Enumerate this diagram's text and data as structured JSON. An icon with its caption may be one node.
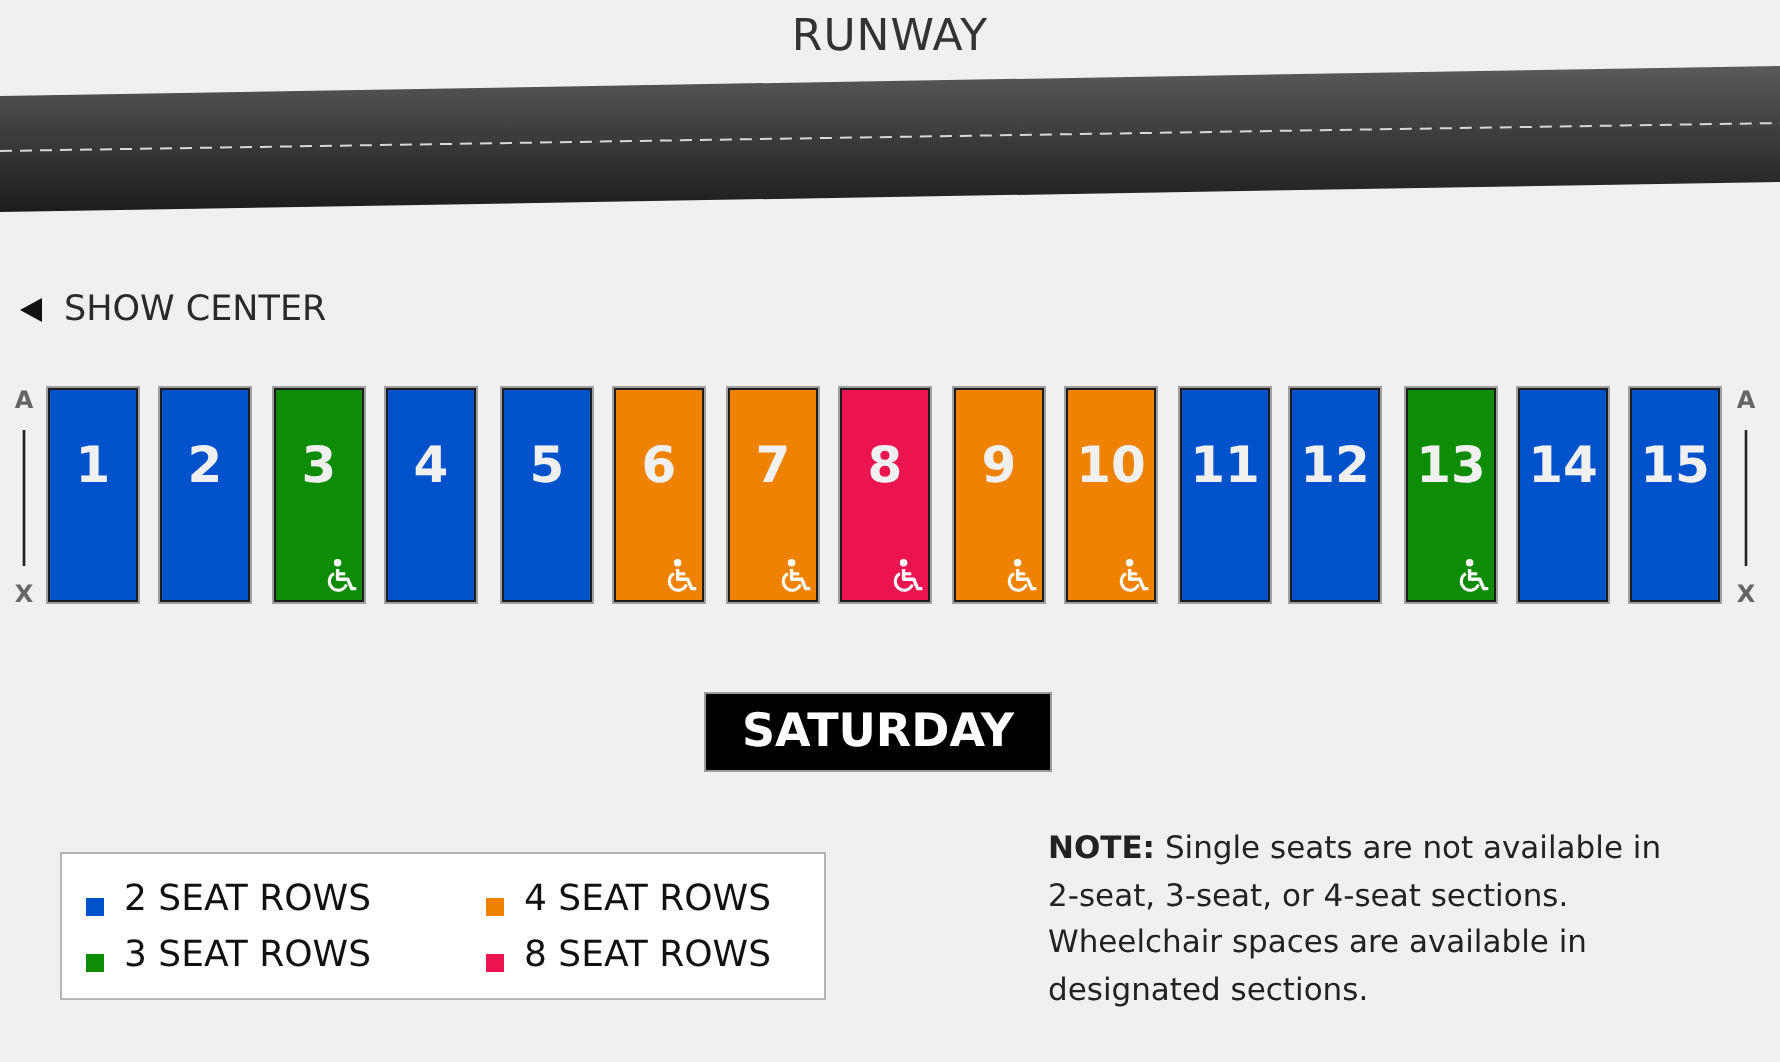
{
  "diagram": {
    "nodes": [
      {
        "text": [
          "1"
        ]
      },
      {
        "text": [
          "2"
        ]
      },
      {
        "text": [
          "3"
        ]
      },
      {
        "text": [
          "4"
        ]
      },
      {
        "text": [
          "5"
        ]
      },
      {
        "text": [
          "6"
        ]
      },
      {
        "text": [
          "7"
        ]
      },
      {
        "text": [
          "8"
        ]
      },
      {
        "text": [
          "9"
        ]
      },
      {
        "text": [
          "10"
        ]
      },
      {
        "text": [
          "11"
        ]
      },
      {
        "text": [
          "12"
        ]
      },
      {
        "text": [
          "13"
        ]
      },
      {
        "text": [
          "14"
        ]
      },
      {
        "text": [
          "15"
        ]
      },
      {
        "text": [
          "SATURDAY"
        ]
      }
    ],
    "labels": [
      "RUNWAY",
      "SHOW CENTER",
      "A",
      "X",
      "A",
      "X",
      "**NOTE:** Single seats are not available in 2-seat, 3-seat, or 4-seat sections. Wheelchair spaces are available in designated sections."
    ],
    "legend": [
      {
        "text": "2 SEAT ROWS",
        "color": "#0052cc"
      },
      {
        "text": "4 SEAT ROWS",
        "color": "#ef8200"
      },
      {
        "text": "3 SEAT ROWS",
        "color": "#0f8c05"
      },
      {
        "text": "8 SEAT ROWS",
        "color": "#ec1450"
      }
    ]
  }
}
